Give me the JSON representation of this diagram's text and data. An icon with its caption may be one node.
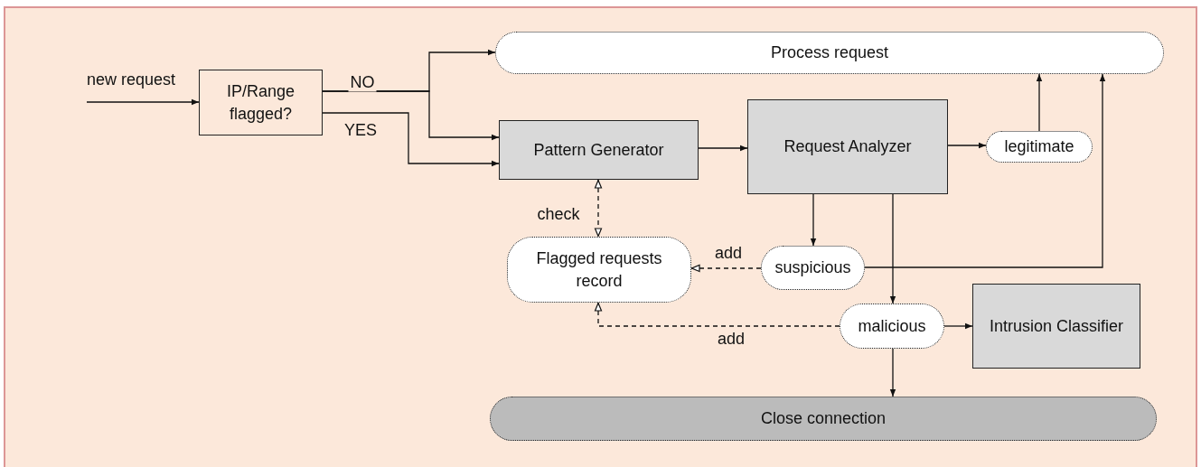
{
  "diagram": {
    "nodes": [
      {
        "text": [
          "IP/Range flagged?"
        ]
      },
      {
        "text": [
          "Process request"
        ]
      },
      {
        "text": [
          "Pattern Generator"
        ]
      },
      {
        "text": [
          "Request Analyzer"
        ]
      },
      {
        "text": [
          "legitimate"
        ]
      },
      {
        "text": [
          "Flagged requests record"
        ]
      },
      {
        "text": [
          "suspicious"
        ]
      },
      {
        "text": [
          "malicious"
        ]
      },
      {
        "text": [
          "Intrusion Classifier"
        ]
      },
      {
        "text": [
          "Close connection"
        ]
      }
    ],
    "edges": [
      {
        "from": null,
        "to": 0,
        "arrow": "to",
        "label": "new request"
      },
      {
        "from": 0,
        "to": 1,
        "arrow": "to",
        "label": "NO"
      },
      {
        "from": 0,
        "to": 2,
        "arrow": "to"
      },
      {
        "from": 0,
        "to": 2,
        "arrow": "to",
        "label": "YES"
      },
      {
        "from": 2,
        "to": 3,
        "arrow": "to"
      },
      {
        "from": 3,
        "to": 4,
        "arrow": "to"
      },
      {
        "from": 4,
        "to": 1,
        "arrow": "to"
      },
      {
        "from": 3,
        "to": 6,
        "arrow": "to"
      },
      {
        "from": 3,
        "to": 7,
        "arrow": "to"
      },
      {
        "from": 6,
        "to": 1,
        "arrow": "to"
      },
      {
        "from": 2,
        "to": 5,
        "arrow": "both",
        "style": "dashed",
        "label": "check"
      },
      {
        "from": 6,
        "to": 5,
        "arrow": "to",
        "style": "dashed",
        "label": "add"
      },
      {
        "from": 7,
        "to": 5,
        "arrow": "to",
        "style": "dashed",
        "label": "add"
      },
      {
        "from": 7,
        "to": 8,
        "arrow": "to"
      },
      {
        "from": 7,
        "to": 9,
        "arrow": "to"
      }
    ]
  }
}
